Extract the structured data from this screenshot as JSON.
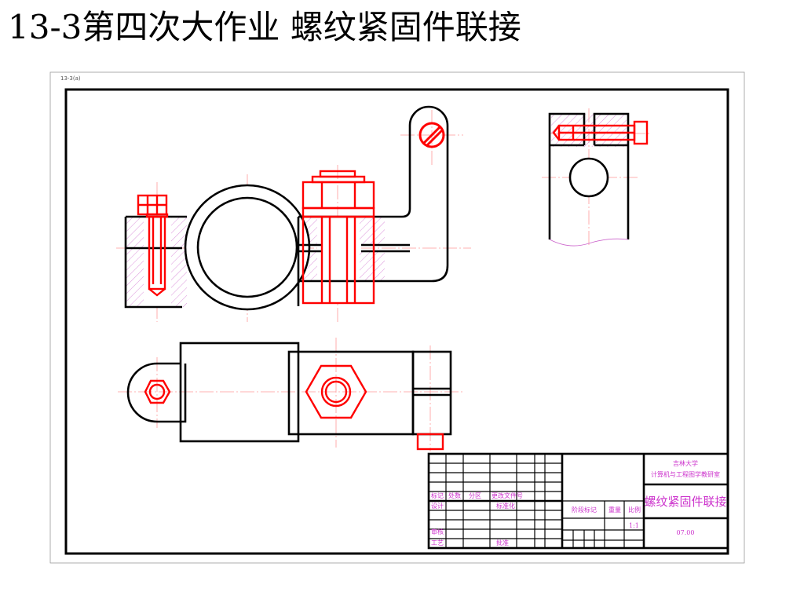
{
  "slide": {
    "title": "13-3第四次大作业   螺纹紧固件联接"
  },
  "sheet": {
    "code": "13-3(a)"
  },
  "title_block": {
    "institute": "吉林大学",
    "department": "计算机与工程图学教研室",
    "drawing_name": "螺纹紧固件联接",
    "drawing_no": "07.00",
    "scale": "1:1",
    "labels": {
      "mark": "标记",
      "count": "处数",
      "zone": "分区",
      "change_doc": "更改文件号",
      "design": "设计",
      "standardize": "标准化",
      "stage_mark": "阶段标记",
      "weight": "重量",
      "scale": "比例",
      "review": "审核",
      "process": "工艺",
      "approve": "批准"
    }
  },
  "colors": {
    "outline": "#000000",
    "fastener": "#ff0000",
    "centerline": "#ff9999",
    "hatch": "#cc66cc",
    "annotation": "#cc33cc"
  }
}
